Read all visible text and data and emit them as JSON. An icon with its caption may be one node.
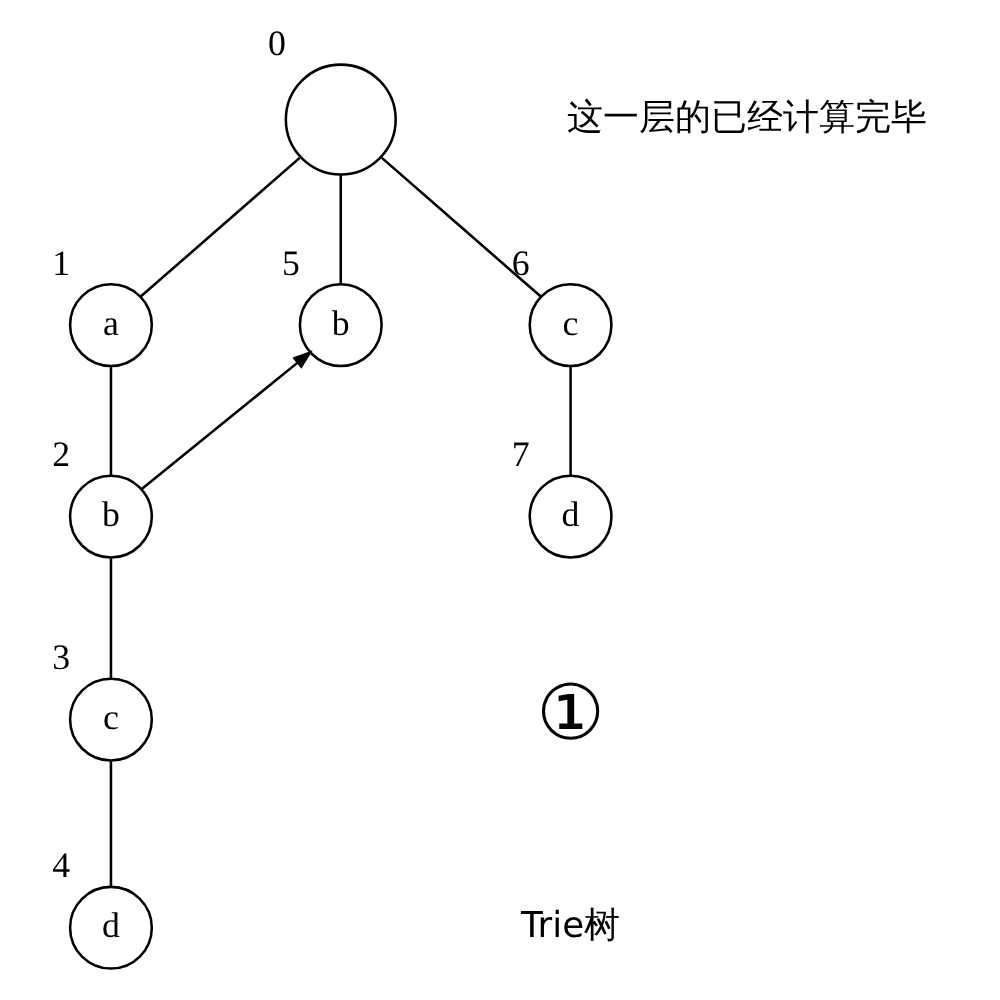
{
  "diagram": {
    "nodes": [
      {
        "text": [],
        "shape": "circle",
        "beside": [
          "0"
        ]
      },
      {
        "text": [
          "a"
        ],
        "beside": [
          "1"
        ]
      },
      {
        "text": [
          "b"
        ],
        "beside": [
          "2"
        ]
      },
      {
        "text": [
          "c"
        ],
        "beside": [
          "3"
        ]
      },
      {
        "text": [
          "d"
        ],
        "beside": [
          "4"
        ]
      },
      {
        "text": [
          "b"
        ],
        "beside": [
          "5"
        ]
      },
      {
        "text": [
          "c"
        ],
        "beside": [
          "6"
        ]
      },
      {
        "text": [
          "d"
        ],
        "beside": [
          "7"
        ]
      }
    ],
    "edges": [
      {
        "from": 0,
        "to": 1,
        "arrow": "none"
      },
      {
        "from": 0,
        "to": 5,
        "arrow": "none"
      },
      {
        "from": 0,
        "to": 6,
        "arrow": "none"
      },
      {
        "from": 1,
        "to": 2,
        "arrow": "none"
      },
      {
        "from": 2,
        "to": 5,
        "arrow": "to"
      },
      {
        "from": 2,
        "to": 3,
        "arrow": "none"
      },
      {
        "from": 3,
        "to": 4,
        "arrow": "none"
      },
      {
        "from": 6,
        "to": 7,
        "arrow": "none"
      }
    ],
    "labels": [
      "这一层的已经计算完毕",
      "①",
      "Trie树"
    ]
  }
}
